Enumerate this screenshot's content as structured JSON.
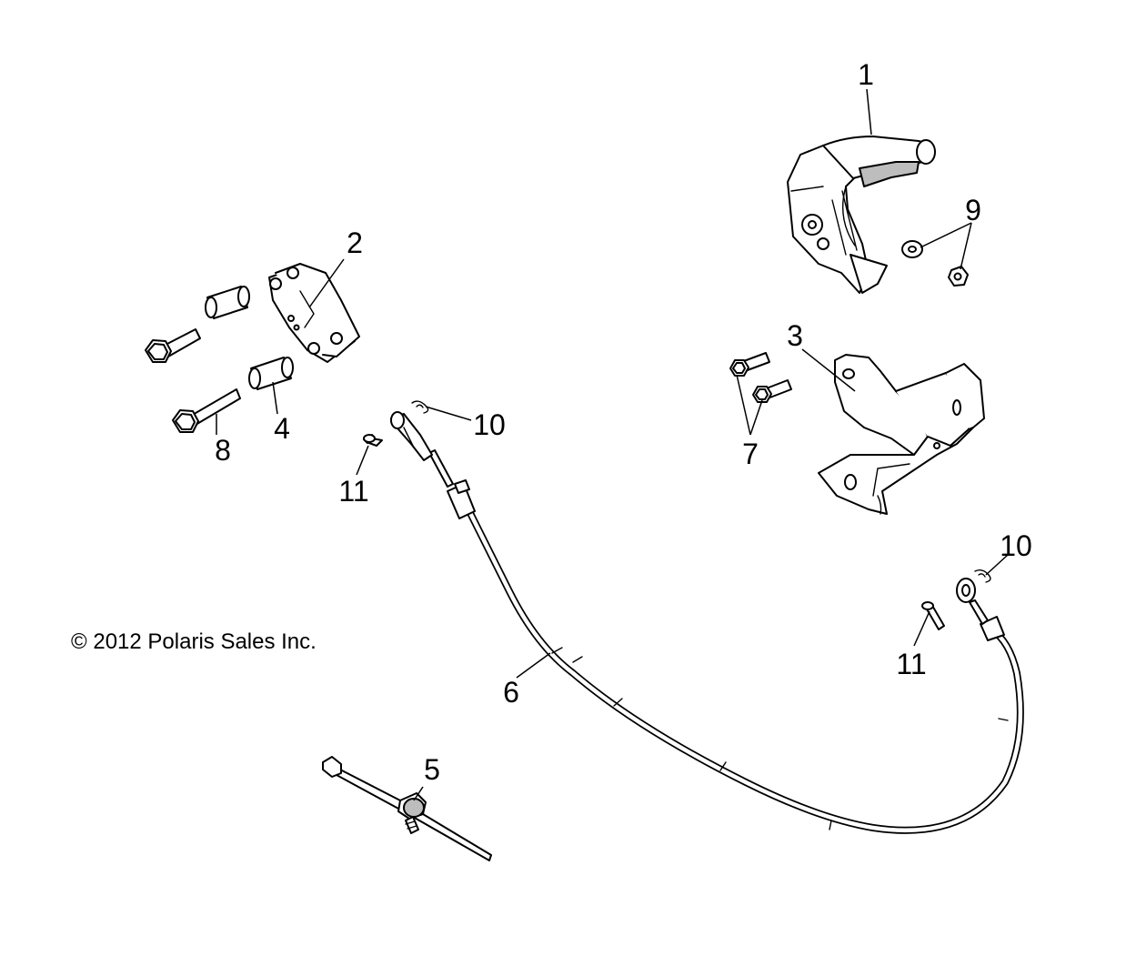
{
  "copyright": "© 2012 Polaris Sales Inc.",
  "callouts": {
    "c1": "1",
    "c2": "2",
    "c3": "3",
    "c4": "4",
    "c5": "5",
    "c6": "6",
    "c7": "7",
    "c8": "8",
    "c9": "9",
    "c10a": "10",
    "c10b": "10",
    "c11a": "11",
    "c11b": "11"
  },
  "colors": {
    "line": "#000000",
    "background": "#ffffff",
    "fill_grey": "#bdbdbd"
  }
}
